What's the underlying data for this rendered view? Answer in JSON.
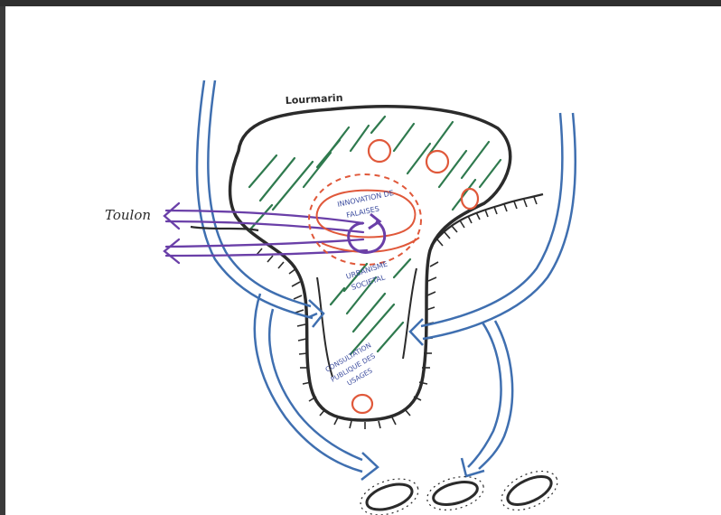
{
  "labels": {
    "city_top": "Lourmarin",
    "city_left": "Toulon",
    "center_line1": "INNOVATION DE",
    "center_line2": "FALAISES",
    "middle_line1": "URBANISME",
    "middle_line2": "SOCIETAL",
    "bottom_line1": "CONSULTATION",
    "bottom_line2": "PUBLIQUE DES",
    "bottom_line3": "USAGES"
  },
  "colors": {
    "outline": "#2b2b2b",
    "hatch_green": "#2f7a4e",
    "water_blue": "#3f6fb0",
    "arrow_purple": "#6a3fa8",
    "circle_red": "#e0583a",
    "bg": "#ffffff"
  }
}
